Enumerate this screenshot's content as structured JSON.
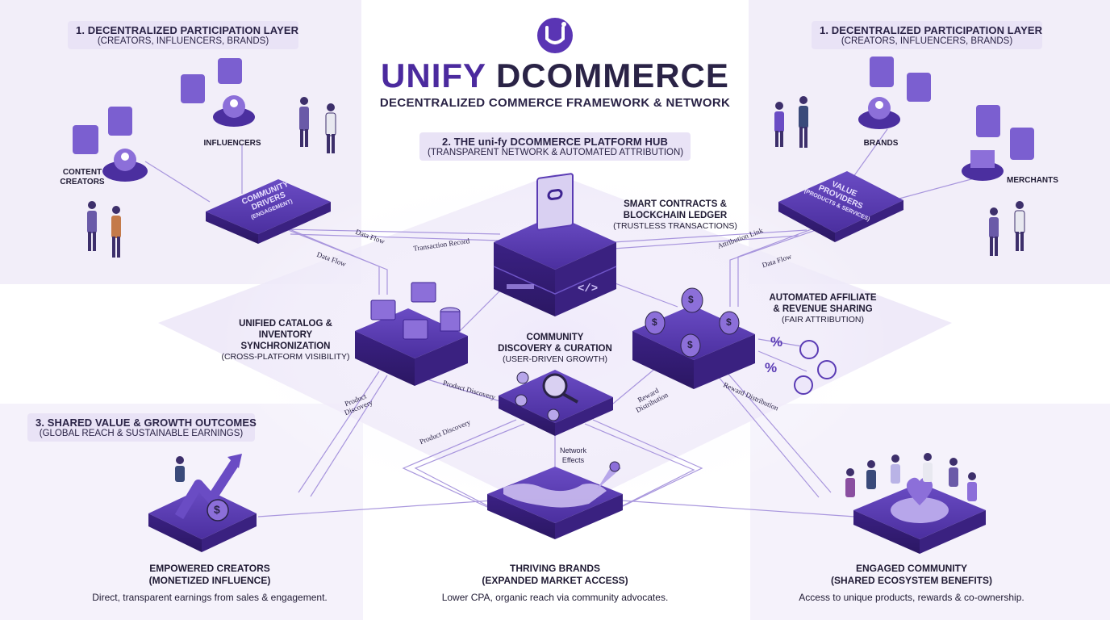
{
  "header": {
    "title_part1": "UNIFY",
    "title_part2": "DCOMMERCE",
    "subtitle": "DECENTRALIZED COMMERCE FRAMEWORK & NETWORK"
  },
  "layer1_left": {
    "title": "1. DECENTRALIZED PARTICIPATION LAYER",
    "sub": "(CREATORS, INFLUENCERS, BRANDS)"
  },
  "layer1_right": {
    "title": "1. DECENTRALIZED PARTICIPATION LAYER",
    "sub": "(CREATORS, INFLUENCERS, BRANDS)"
  },
  "hub": {
    "title": "2. THE uni-fy DCOMMERCE PLATFORM HUB",
    "sub": "(TRANSPARENT NETWORK & AUTOMATED ATTRIBUTION)"
  },
  "layer3": {
    "title": "3. SHARED VALUE & GROWTH OUTCOMES",
    "sub": "(GLOBAL REACH & SUSTAINABLE EARNINGS)"
  },
  "participants": {
    "influencers": "INFLUENCERS",
    "content_creators_1": "CONTENT",
    "content_creators_2": "CREATORS",
    "brands": "BRANDS",
    "merchants": "MERCHANTS"
  },
  "platforms": {
    "community_drivers_1": "COMMUNITY",
    "community_drivers_2": "DRIVERS",
    "community_drivers_3": "(ENGAGEMENT)",
    "value_providers_1": "VALUE",
    "value_providers_2": "PROVIDERS",
    "value_providers_3": "(PRODUCTS & SERVICES)"
  },
  "modules": {
    "smart_contracts": {
      "line1": "SMART CONTRACTS &",
      "line2": "BLOCKCHAIN LEDGER",
      "sub": "(TRUSTLESS TRANSACTIONS)"
    },
    "catalog": {
      "line1": "UNIFIED CATALOG &",
      "line2": "INVENTORY",
      "line3": "SYNCHRONIZATION",
      "sub": "(CROSS-PLATFORM VISIBILITY)"
    },
    "discovery": {
      "line1": "COMMUNITY",
      "line2": "DISCOVERY & CURATION",
      "sub": "(USER-DRIVEN GROWTH)"
    },
    "affiliate": {
      "line1": "AUTOMATED AFFILIATE",
      "line2": "& REVENUE SHARING",
      "sub": "(FAIR ATTRIBUTION)"
    }
  },
  "flows": {
    "data_flow_1": "Data Flow",
    "data_flow_2": "Data Flow",
    "data_flow_3": "Data Flow",
    "transaction_record": "Transaction Record",
    "attribution_link": "Attribution Link",
    "product_discovery_1a": "Product",
    "product_discovery_1b": "Discovery",
    "product_discovery_2": "Product Discovery",
    "product_discovery_3": "Product Discovery",
    "reward_distribution_1a": "Reward",
    "reward_distribution_1b": "Distribution",
    "reward_distribution_2": "Reward Distribution",
    "network_effects_1": "Network",
    "network_effects_2": "Effects"
  },
  "outcomes": {
    "creators": {
      "line1": "EMPOWERED CREATORS",
      "line2": "(MONETIZED INFLUENCE)",
      "desc": "Direct, transparent earnings from sales & engagement."
    },
    "brands": {
      "line1": "THRIVING BRANDS",
      "line2": "(EXPANDED MARKET ACCESS)",
      "desc": "Lower CPA, organic reach via community advocates."
    },
    "community": {
      "line1": "ENGAGED COMMUNITY",
      "line2": "(SHARED ECOSYSTEM BENEFITS)",
      "desc": "Access to unique products, rewards & co-ownership."
    }
  },
  "glyphs": {
    "code": "</>",
    "percent": "%",
    "dollar": "$"
  },
  "colors": {
    "purple_dark": "#3d2391",
    "purple": "#5a3bb4",
    "purple_light": "#8c6fd9",
    "panel": "#f3effa",
    "label_bg": "#e9e3f6"
  }
}
